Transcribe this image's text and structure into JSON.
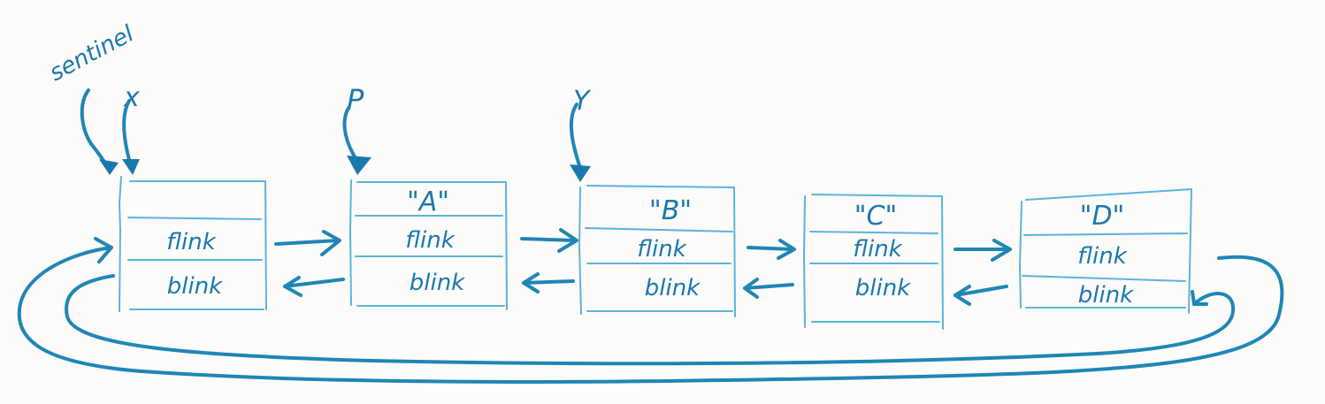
{
  "diagram": {
    "pointers": {
      "sentinel": "sentinel",
      "x": "x",
      "p": "P",
      "y": "Y"
    },
    "nodes": [
      {
        "value": "",
        "flink": "flink",
        "blink": "blink"
      },
      {
        "value": "\"A\"",
        "flink": "flink",
        "blink": "blink"
      },
      {
        "value": "\"B\"",
        "flink": "flink",
        "blink": "blink"
      },
      {
        "value": "\"C\"",
        "flink": "flink",
        "blink": "blink"
      },
      {
        "value": "\"D\"",
        "flink": "flink",
        "blink": "blink"
      }
    ],
    "colors": {
      "ink": "#1f86b5",
      "box": "#5bb4d8",
      "paper": "#fdfcfb"
    }
  }
}
